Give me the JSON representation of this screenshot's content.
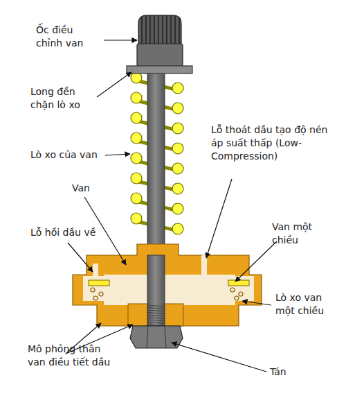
{
  "diagram": {
    "labels": [
      "Ốc điều chỉnh van",
      "Long đền chặn lò xo",
      "Lò xo của van",
      "Lỗ thoát dầu tạo độ nén áp suất thấp (Low-Compression)",
      "Van",
      "Lỗ hồi dầu về",
      "Van một chiều",
      "Lò xo van một chiều",
      "Mô phỏng thân van điều tiết dầu",
      "Tán"
    ]
  }
}
